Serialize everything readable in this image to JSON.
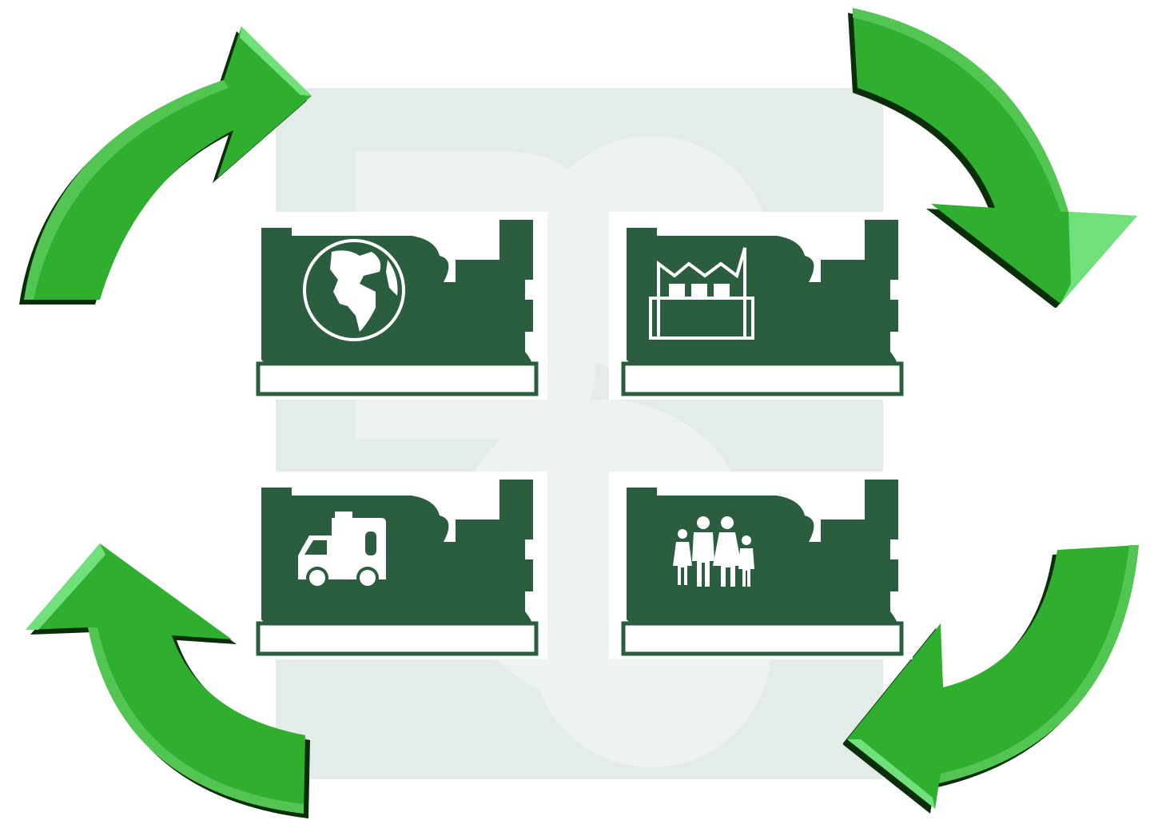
{
  "diagram": {
    "cycle_direction": "clockwise",
    "watermark": {
      "lettering": "BS",
      "color": "#e3ece6"
    },
    "colors": {
      "arrow_face": "#2fae2f",
      "arrow_highlight": "#6fe07a",
      "arrow_shadow": "#0a2e0a",
      "generator_fill": "#2b5e3e",
      "icon_color": "#ffffff",
      "background": "#ffffff"
    },
    "panels": [
      {
        "name": "generator-panel-global",
        "icon": "globe-icon"
      },
      {
        "name": "generator-panel-industrial",
        "icon": "factory-icon"
      },
      {
        "name": "generator-panel-transport",
        "icon": "truck-icon"
      },
      {
        "name": "generator-panel-residential",
        "icon": "family-icon"
      }
    ],
    "arrows": [
      {
        "name": "arrow-top-left",
        "icon": "curved-arrow-icon"
      },
      {
        "name": "arrow-top-right",
        "icon": "curved-arrow-icon"
      },
      {
        "name": "arrow-bottom-right",
        "icon": "curved-arrow-icon"
      },
      {
        "name": "arrow-bottom-left",
        "icon": "curved-arrow-icon"
      }
    ]
  }
}
